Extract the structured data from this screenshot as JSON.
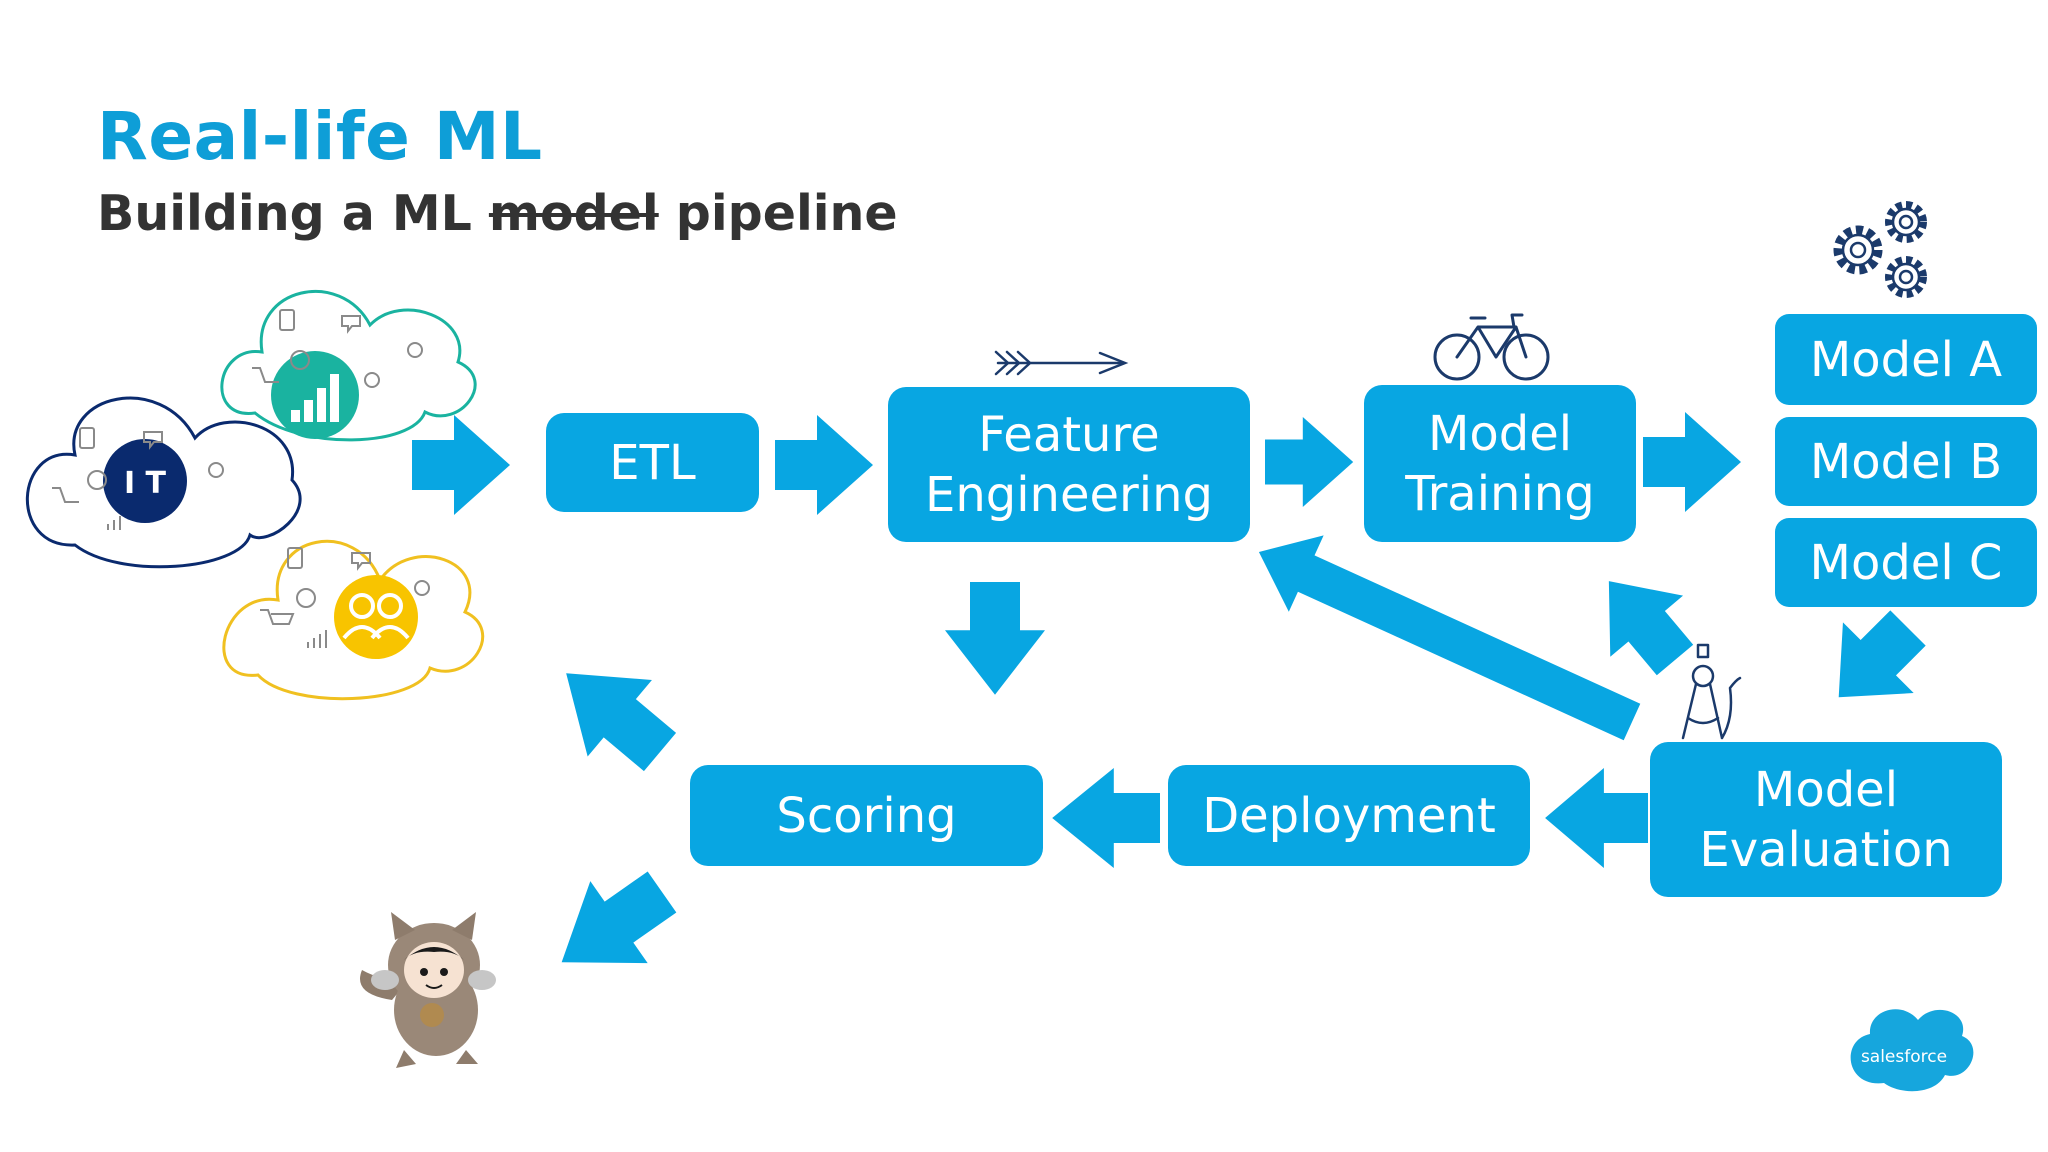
{
  "slide": {
    "title": "Real-life ML",
    "subtitle_before": "Building a ML ",
    "subtitle_struck": "model",
    "subtitle_after": " pipeline"
  },
  "nodes": {
    "etl": "ETL",
    "feature_engineering": "Feature\nEngineering",
    "model_training": "Model\nTraining",
    "model_a": "Model A",
    "model_b": "Model B",
    "model_c": "Model C",
    "model_evaluation": "Model\nEvaluation",
    "deployment": "Deployment",
    "scoring": "Scoring"
  },
  "iot_badge": "I T",
  "logo": {
    "text": "salesforce"
  },
  "colors": {
    "accent": "#08a6e2",
    "title": "#0e9ed7",
    "dark_navy": "#0a2a6e",
    "teal": "#1ab3a0",
    "yellow": "#f8c400",
    "icon_navy": "#1b3a6b"
  },
  "icons": [
    "iot-cloud-icon",
    "analytics-cloud-icon",
    "community-cloud-icon",
    "arrow-feather-icon",
    "bicycle-icon",
    "gears-icon",
    "compass-icon",
    "astro-mascot-icon",
    "salesforce-logo-icon"
  ]
}
